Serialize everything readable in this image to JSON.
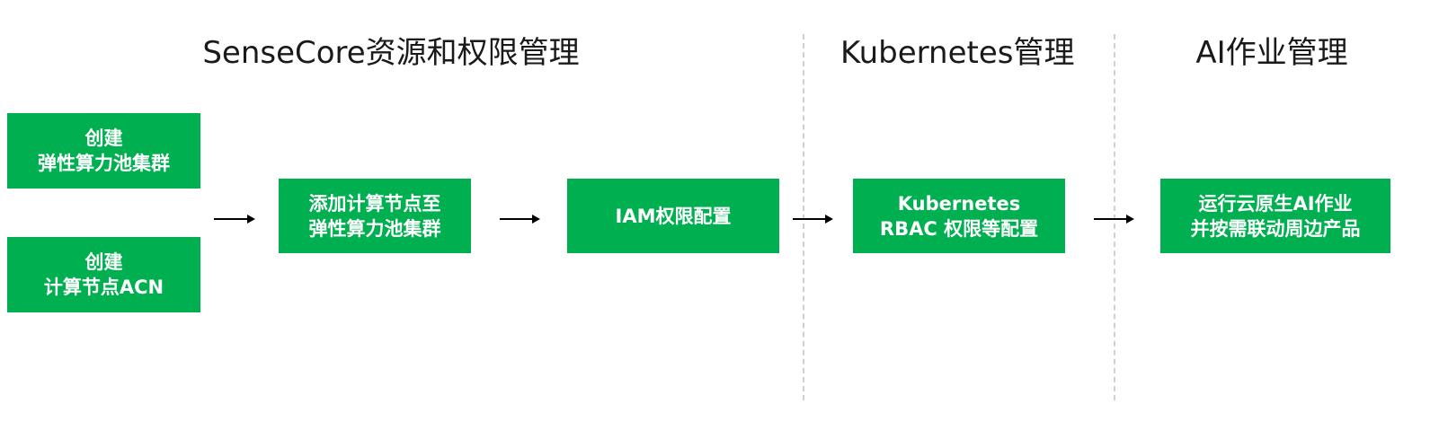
{
  "sections": {
    "resource_management": "SenseCore资源和权限管理",
    "kubernetes_management": "Kubernetes管理",
    "ai_job_management": "AI作业管理"
  },
  "boxes": {
    "create_pool": {
      "line1": "创建",
      "line2": "弹性算力池集群"
    },
    "create_acn": {
      "line1": "创建",
      "line2": "计算节点ACN"
    },
    "add_node": {
      "line1": "添加计算节点至",
      "line2": "弹性算力池集群"
    },
    "iam": {
      "line1": "IAM权限配置"
    },
    "rbac": {
      "line1": "Kubernetes",
      "line2": "RBAC 权限等配置"
    },
    "ai_job": {
      "line1": "运行云原生AI作业",
      "line2": "并按需联动周边产品"
    }
  },
  "colors": {
    "box_fill": "#00b050",
    "box_text": "#ffffff",
    "title_text": "#1a1a1a",
    "divider": "#d0d0d0",
    "arrow": "#000000"
  }
}
